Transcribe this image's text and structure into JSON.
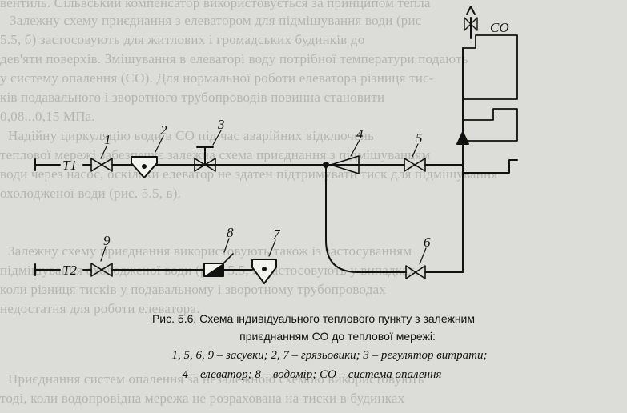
{
  "diagram": {
    "labels": {
      "l1": "1",
      "l2": "2",
      "l3": "3",
      "l4": "4",
      "l5": "5",
      "l6": "6",
      "l7": "7",
      "l8": "8",
      "l9": "9",
      "t1": "T1",
      "t2": "T2",
      "co": "CO"
    }
  },
  "caption": {
    "line1": "Рис. 5.6. Схема індивідуального теплового пункту з залежним",
    "line2": "приєднанням СО до теплової мережі:",
    "legend1": "1, 5, 6, 9 – засувки; 2, 7 – грязьовики; 3 – регулятор витрати;",
    "legend2": "4 – елеватор; 8 – водомір; CO – система опалення"
  },
  "background_text": [
    "вентиль. Сільвський компенсатор використовується за принципом тепла",
    "Залежну схему приєднання з елеватором для підмішування води (рис",
    "5.5, б) застосовують для житлових і громадських будинків до",
    "дев'яти поверхів. Змішування в елеваторі воду потрібної температури подають",
    "у систему опалення (СО). Для нормальної роботи елеватора різниця тис-",
    "ків подавального і зворотного трубопроводів повинна становити",
    "0,08...0,15 МПа.",
    "Надійну циркуляцію води в СО під час аварійних відключень",
    "теплової мережі забезпечує залежна схема приєднання з підмішуванням",
    "води через насос, оскільки елеватор не здатен підтримувати тиск для підмішування",
    "охолодженої води (рис. 5.5, в).",
    "Залежну схему приєднання використовують також із застосуванням",
    "підмішування охолодженої води (рис. 5.5, г) застосовують у випадках,",
    "коли різниця тисків у подавальному і зворотному трубопроводах",
    "недостатня для роботи елеватора.",
    "Приєднання систем опалення за незалежною схемою використовують",
    "тоді, коли водопровідна мережа не розрахована на тиски в будинках"
  ]
}
